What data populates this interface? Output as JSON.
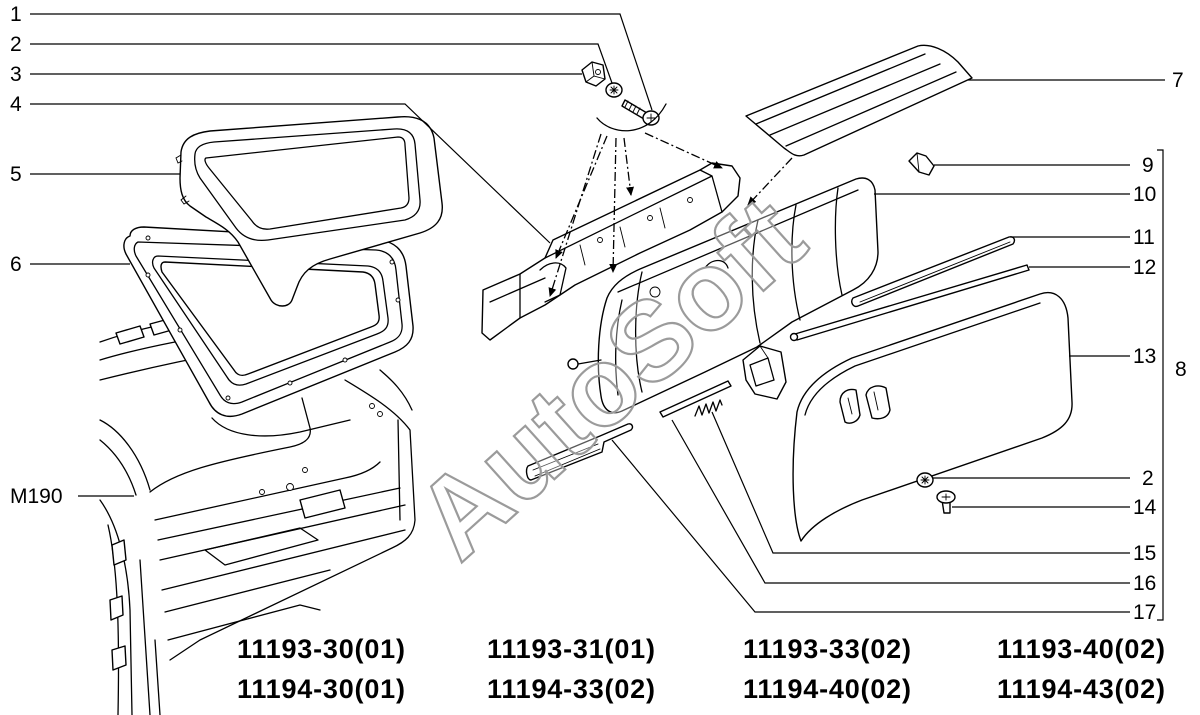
{
  "diagram": {
    "callouts": {
      "left": [
        "1",
        "2",
        "3",
        "4",
        "5",
        "6"
      ],
      "right": [
        "7",
        "9",
        "10",
        "11",
        "12",
        "13",
        "2",
        "14",
        "15",
        "16",
        "17"
      ],
      "group": "8",
      "reference": "M190"
    },
    "watermark": "AutoSoft"
  },
  "part_codes": {
    "row1": [
      "11193-30(01)",
      "11193-31(01)",
      "11193-33(02)",
      "11193-40(02)"
    ],
    "row2": [
      "11194-30(01)",
      "11194-33(02)",
      "11194-40(02)",
      "11194-43(02)"
    ]
  },
  "colors": {
    "line": "#000000",
    "watermark_outline": "#9b9b9b",
    "background": "#ffffff"
  }
}
